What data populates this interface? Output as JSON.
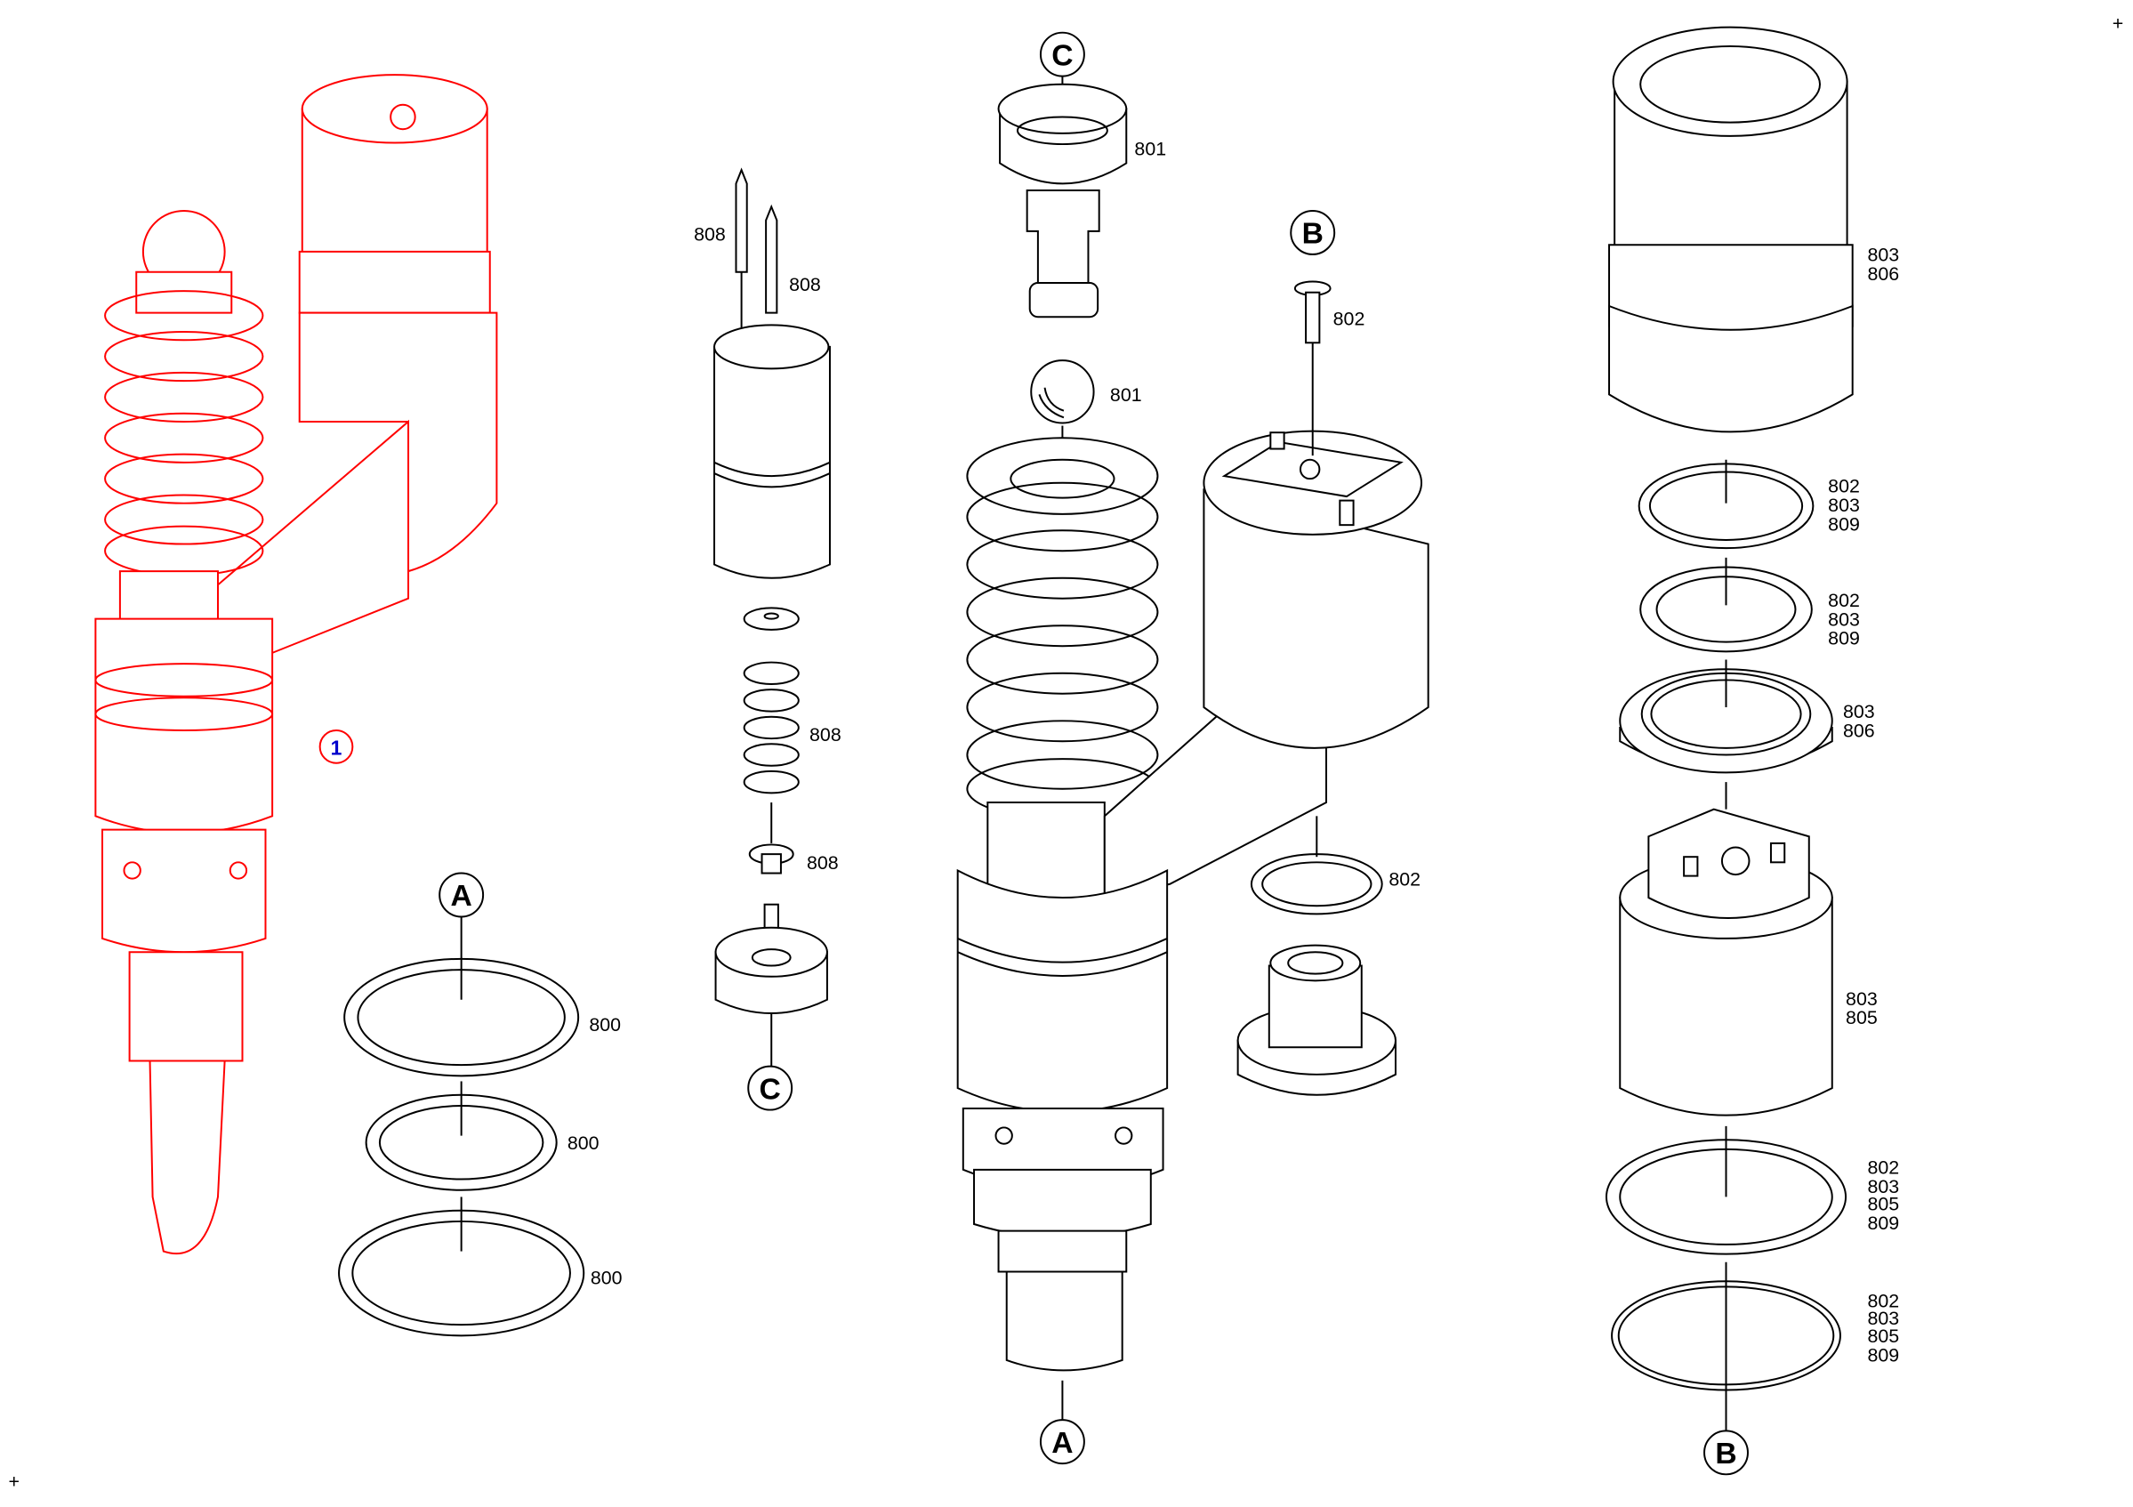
{
  "corner_marks": [
    "+",
    "+"
  ],
  "item_callout": {
    "number": "1",
    "circle_color": "#ff0000",
    "text_color": "#0000cc"
  },
  "highlight_color": "#ff0000",
  "reference_callouts": {
    "a_top": "A",
    "a_bottom": "A",
    "b_top": "B",
    "b_bottom": "B",
    "c_top": "C",
    "c_bottom": "C"
  },
  "part_labels": {
    "pin_1": "808",
    "pin_2": "808",
    "spring": "808",
    "valve": "808",
    "cap": "801",
    "ball": "801",
    "screw": "802",
    "plug_ring": "802",
    "ring_a1": "800",
    "ring_a2": "800",
    "ring_a3": "800",
    "nut": [
      "803",
      "806"
    ],
    "ring_b1": [
      "802",
      "803",
      "809"
    ],
    "ring_b2": [
      "802",
      "803",
      "809"
    ],
    "washer": [
      "803",
      "806"
    ],
    "solenoid": [
      "803",
      "805"
    ],
    "ring_b3": [
      "802",
      "803",
      "805",
      "809"
    ],
    "ring_b4": [
      "802",
      "803",
      "805",
      "809"
    ]
  }
}
